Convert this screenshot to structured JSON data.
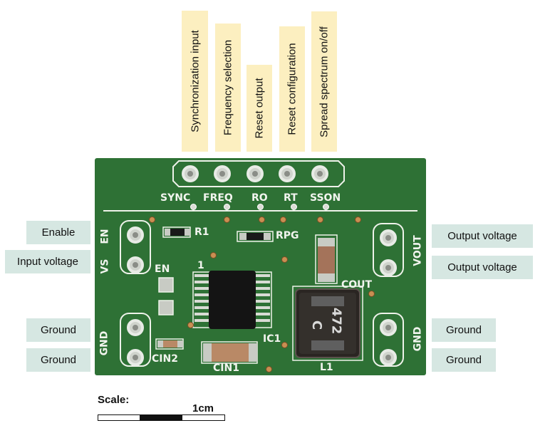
{
  "pin_labels_top": [
    "Synchronization input",
    "Frequency selection",
    "Reset output",
    "Reset configuration",
    "Spread spectrum on/off"
  ],
  "pin_labels_left": [
    "Enable",
    "Input voltage",
    "Ground",
    "Ground"
  ],
  "pin_labels_right": [
    "Output voltage",
    "Output voltage",
    "Ground",
    "Ground"
  ],
  "silkscreen": {
    "sync": "SYNC",
    "freq": "FREQ",
    "ro": "RO",
    "rt": "RT",
    "sson": "SSON",
    "en_edge": "EN",
    "vs": "VS",
    "en": "EN",
    "one": "1",
    "r1": "R1",
    "rpg": "RPG",
    "ic1": "IC1",
    "cin1": "CIN1",
    "cin2": "CIN2",
    "gnd_left": "GND",
    "vout": "VOUT",
    "gnd_right": "GND",
    "cout": "COUT",
    "l1": "L1",
    "inductor_mark_1": "C",
    "inductor_mark_2": "472"
  },
  "scale": {
    "title": "Scale:",
    "unit": "1cm"
  },
  "colors": {
    "board": "#2e7135",
    "top_label_bg": "#fcefc0",
    "side_label_bg": "#d6e7e2"
  }
}
